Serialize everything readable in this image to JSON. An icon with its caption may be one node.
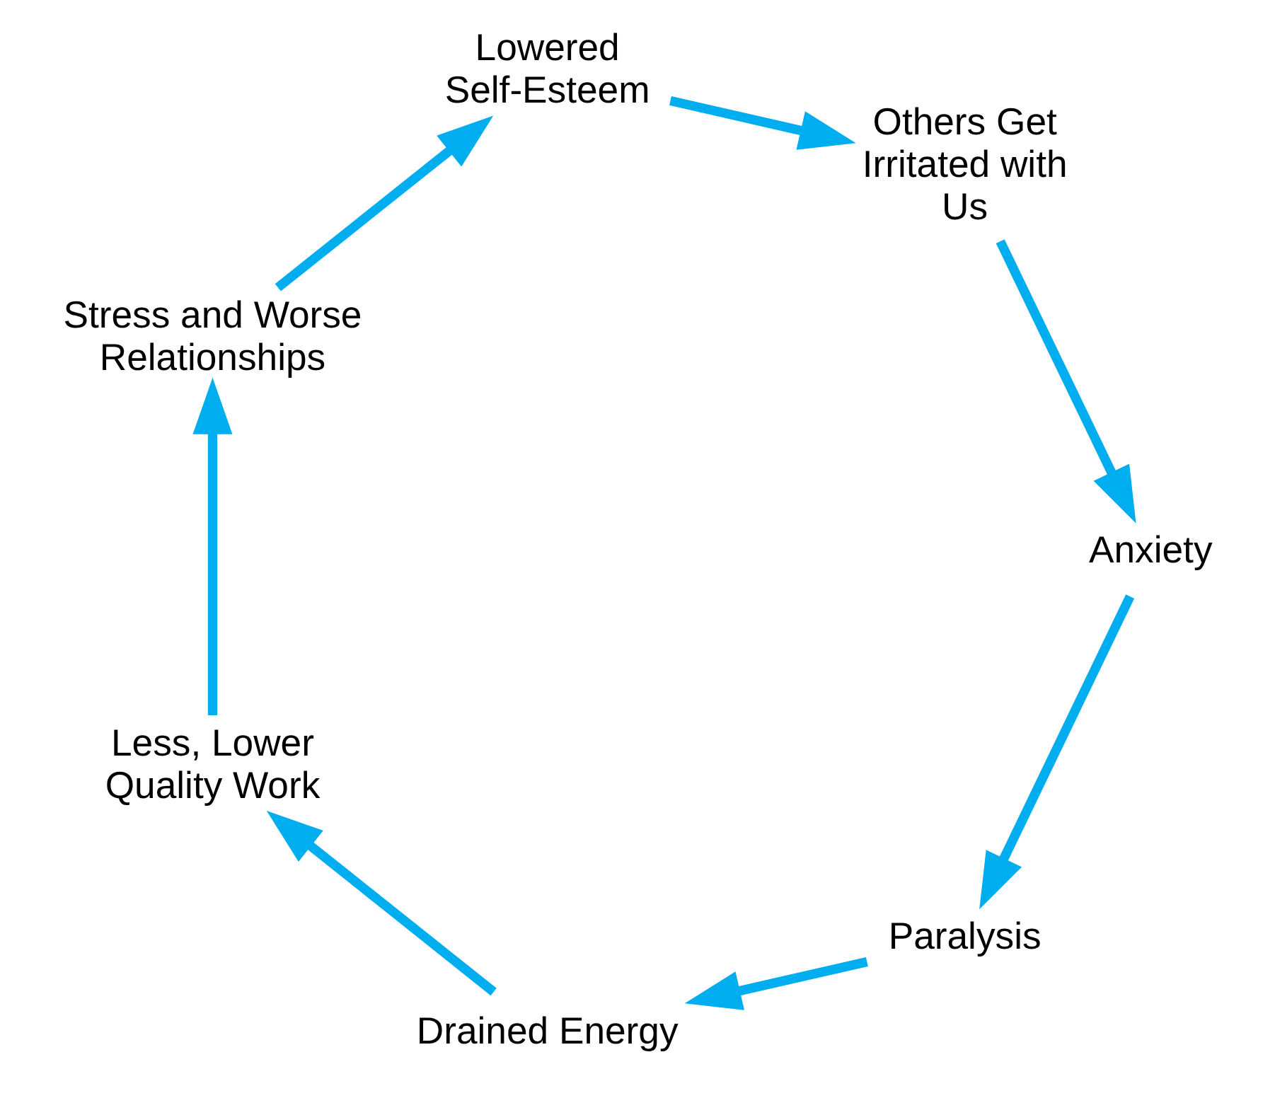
{
  "diagram": {
    "nodes": [
      {
        "text": [
          "Paralysis"
        ]
      },
      {
        "text": [
          "Drained Energy"
        ]
      },
      {
        "text": [
          "Anxiety"
        ]
      },
      {
        "text": [
          "Others Get Irritated with Us"
        ]
      },
      {
        "text": [
          "Less, Lower Quality Work"
        ]
      },
      {
        "text": [
          "Lowered Self-Esteem"
        ]
      },
      {
        "text": [
          "Stress and Worse Relationships"
        ]
      }
    ],
    "edges": [
      {
        "from": 0,
        "to": 1,
        "arrow": "to"
      },
      {
        "from": 1,
        "to": 4,
        "arrow": "to"
      },
      {
        "from": 4,
        "to": 6,
        "arrow": "to"
      },
      {
        "from": 6,
        "to": 5,
        "arrow": "to"
      },
      {
        "from": 5,
        "to": 3,
        "arrow": "to"
      },
      {
        "from": 3,
        "to": 2,
        "arrow": "to"
      },
      {
        "from": 2,
        "to": 0,
        "arrow": "to"
      }
    ]
  }
}
